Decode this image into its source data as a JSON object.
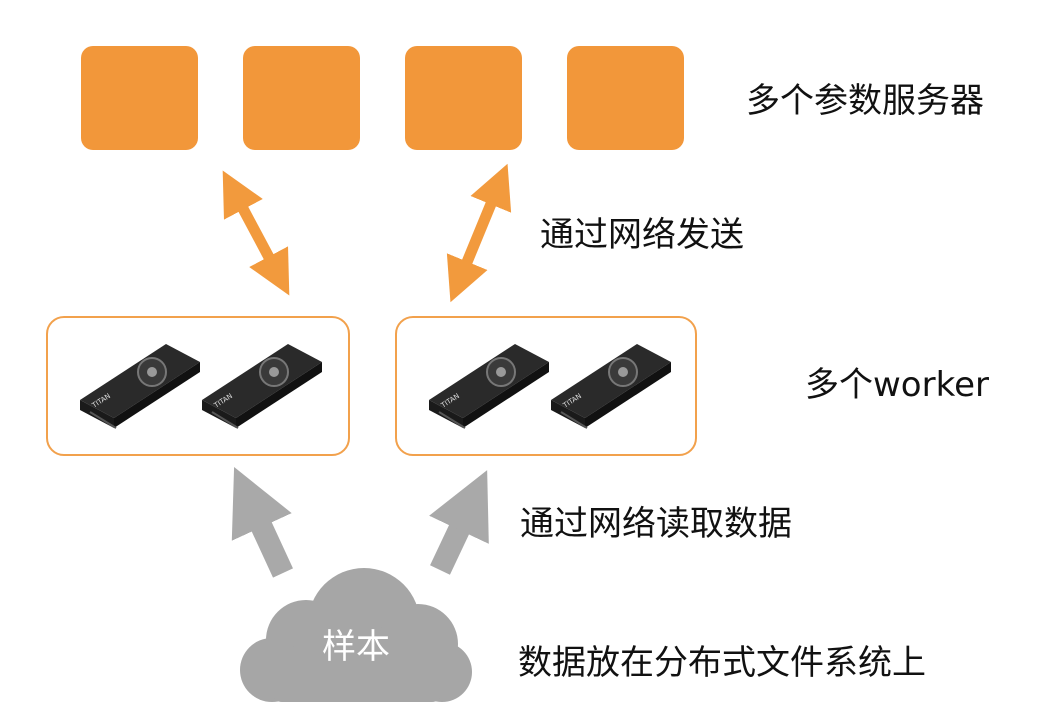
{
  "colors": {
    "server": "#f2973a",
    "arrow_orange": "#f29a3d",
    "arrow_gray": "#a9a9a9",
    "cloud": "#a6a6a6",
    "box_border": "#f2a14c"
  },
  "labels": {
    "servers": "多个参数服务器",
    "send": "通过网络发送",
    "workers": "多个worker",
    "read": "通过网络读取数据",
    "storage": "数据放在分布式文件系统上"
  },
  "cloud": {
    "text": "样本"
  },
  "gpu": {
    "brand": "TITAN"
  }
}
